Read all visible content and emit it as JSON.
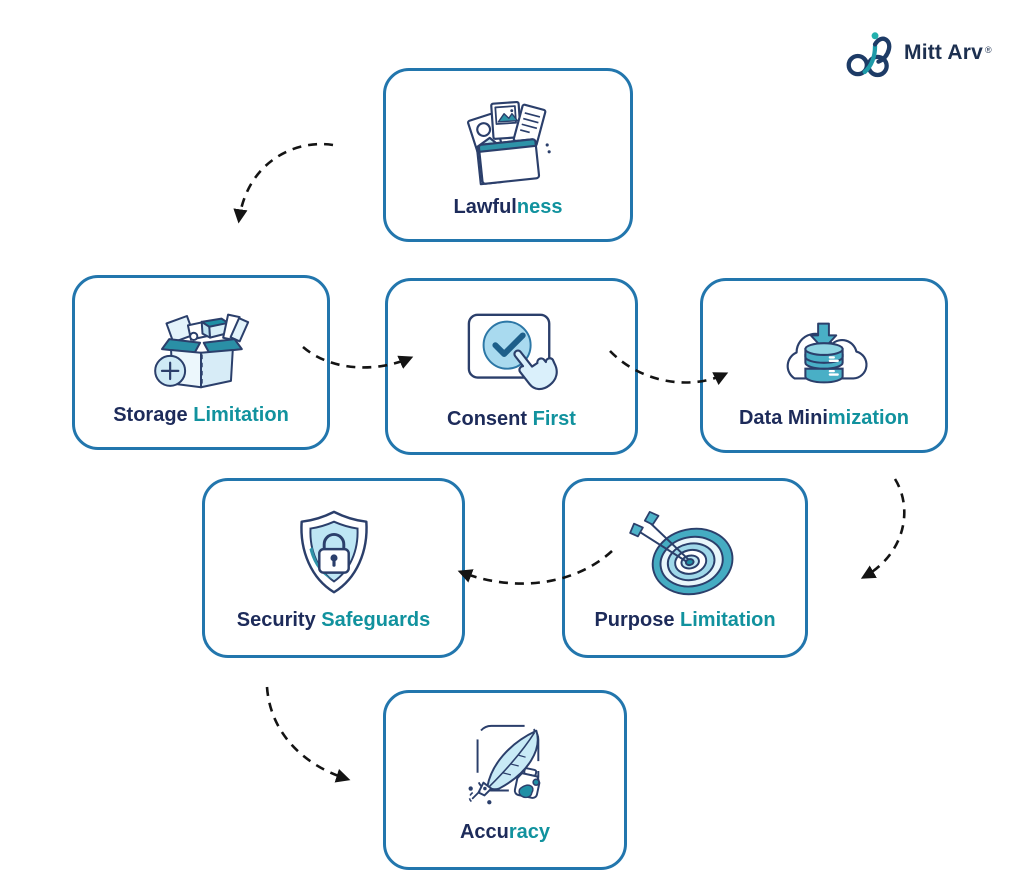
{
  "logo": {
    "brand": "Mitt Arv",
    "registered_mark": "®",
    "icon": "mitt-arv-infinity-logo",
    "colors": {
      "navy": "#1d3050",
      "teal": "#23b0ad"
    }
  },
  "diagram": {
    "cards": [
      {
        "id": "lawfulness",
        "label_part1": "Lawful",
        "label_part2": "ness",
        "icon": "folder-documents-icon"
      },
      {
        "id": "storage-limitation",
        "label_part1": "Storage ",
        "label_part2": "Limitation",
        "icon": "overflowing-box-icon"
      },
      {
        "id": "consent-first",
        "label_part1": "Consent ",
        "label_part2": "First",
        "icon": "checkbox-click-icon"
      },
      {
        "id": "data-minimization",
        "label_part1": "Data Mini",
        "label_part2": "mization",
        "icon": "cloud-database-icon"
      },
      {
        "id": "security-safeguards",
        "label_part1": "Security ",
        "label_part2": "Safeguards",
        "icon": "shield-lock-icon"
      },
      {
        "id": "purpose-limitation",
        "label_part1": "Purpose ",
        "label_part2": "Limitation",
        "icon": "target-arrows-icon"
      },
      {
        "id": "accuracy",
        "label_part1": "Accu",
        "label_part2": "racy",
        "icon": "quill-ink-icon"
      }
    ],
    "flow_order": [
      "Lawfulness",
      "Storage Limitation",
      "Consent First",
      "Data Minimization",
      "Purpose Limitation",
      "Security Safeguards",
      "Accuracy"
    ],
    "colors": {
      "card_border": "#2276ad",
      "card_shadow": "#a5d3ec",
      "label_navy": "#1d2b5a",
      "label_teal": "#11929e",
      "icon_outline": "#2b3f6b",
      "icon_teal": "#2e93a8",
      "icon_light_blue": "#cdeaf6",
      "arrow": "#141414"
    }
  }
}
